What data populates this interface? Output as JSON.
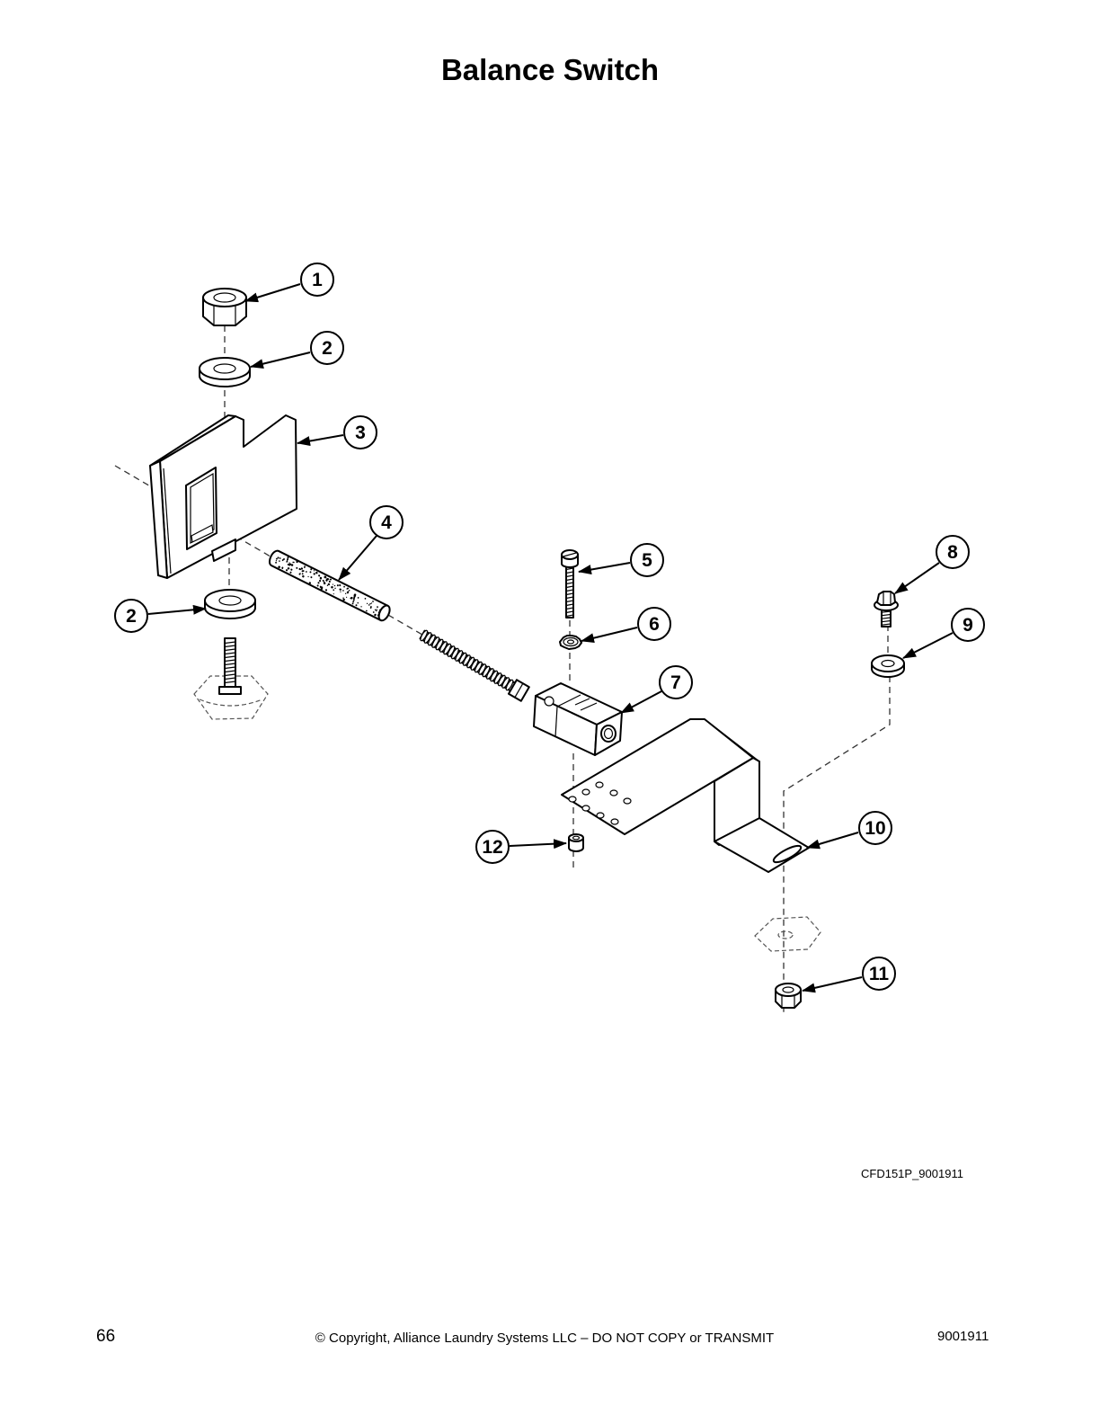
{
  "page": {
    "title": "Balance Switch",
    "figure_code": "CFD151P_9001911"
  },
  "callouts": [
    "1",
    "2",
    "3",
    "4",
    "5",
    "6",
    "7",
    "8",
    "9",
    "10",
    "11",
    "12",
    "2"
  ],
  "footer": {
    "page_number": "66",
    "copyright": "© Copyright, Alliance Laundry Systems LLC – DO NOT COPY or TRANSMIT",
    "doc_number": "9001911"
  },
  "colors": {
    "line": "#000000",
    "phantom": "#555555",
    "background": "#ffffff"
  }
}
